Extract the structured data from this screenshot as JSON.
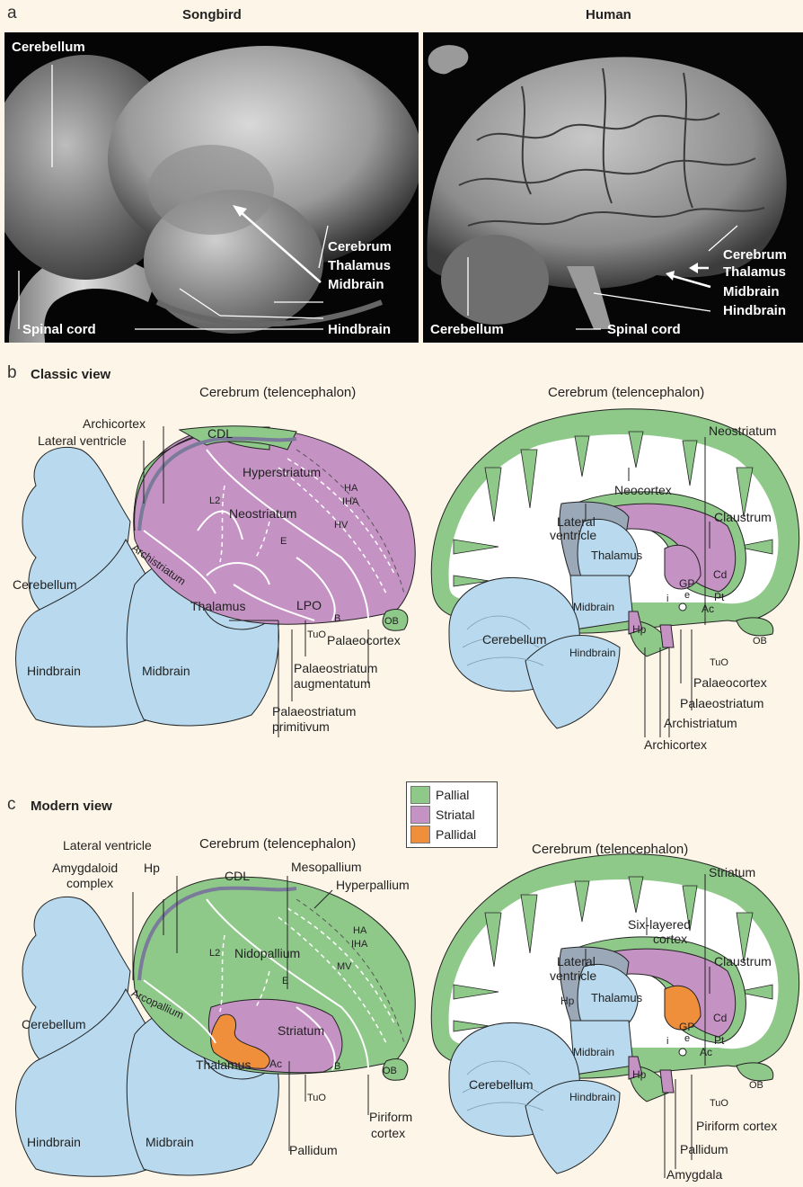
{
  "panel_a": {
    "letter": "a",
    "songbird": {
      "title": "Songbird",
      "labels": [
        "Cerebellum",
        "Cerebrum",
        "Thalamus",
        "Midbrain",
        "Spinal cord",
        "Hindbrain"
      ]
    },
    "human": {
      "title": "Human",
      "labels": [
        "Cerebrum",
        "Thalamus",
        "Midbrain",
        "Hindbrain",
        "Cerebellum",
        "Spinal cord"
      ]
    }
  },
  "panel_b": {
    "letter": "b",
    "title": "Classic view",
    "bird_header": "Cerebrum (telencephalon)",
    "human_header": "Cerebrum (telencephalon)",
    "bird_labels": {
      "archicortex": "Archicortex",
      "lateral_ventricle": "Lateral ventricle",
      "cdl": "CDL",
      "hyperstriatum": "Hyperstriatum",
      "ha": "HA",
      "iha": "IHA",
      "hv": "HV",
      "l2": "L2",
      "neostriatum": "Neostriatum",
      "e": "E",
      "archistriatum": "Archistriatum",
      "lpo": "LPO",
      "b": "B",
      "tuo": "TuO",
      "ob": "OB",
      "cerebellum": "Cerebellum",
      "thalamus": "Thalamus",
      "hindbrain": "Hindbrain",
      "midbrain": "Midbrain",
      "palaeocortex": "Palaeocortex",
      "ps_aug_1": "Palaeostriatum",
      "ps_aug_2": "augmentatum",
      "ps_prim_1": "Palaeostriatum",
      "ps_prim_2": "primitivum"
    },
    "human_labels": {
      "neostriatum": "Neostriatum",
      "neocortex": "Neocortex",
      "lateral_ventricle_1": "Lateral",
      "lateral_ventricle_2": "ventricle",
      "claustrum": "Claustrum",
      "thalamus": "Thalamus",
      "gp": "GP",
      "i": "i",
      "e": "e",
      "cd": "Cd",
      "pt": "Pt",
      "ac": "Ac",
      "midbrain": "Midbrain",
      "hp": "Hp",
      "cerebellum": "Cerebellum",
      "hindbrain": "Hindbrain",
      "ob": "OB",
      "tuo": "TuO",
      "palaeocortex": "Palaeocortex",
      "palaeostriatum": "Palaeostriatum",
      "archistriatum": "Archistriatum",
      "archicortex": "Archicortex"
    }
  },
  "legend": {
    "items": [
      {
        "label": "Pallial",
        "color": "#8fc98a"
      },
      {
        "label": "Striatal",
        "color": "#c592c4"
      },
      {
        "label": "Pallidal",
        "color": "#ef8f3c"
      }
    ]
  },
  "panel_c": {
    "letter": "c",
    "title": "Modern view",
    "bird_header": "Cerebrum (telencephalon)",
    "human_header": "Cerebrum (telencephalon)",
    "bird_labels": {
      "lateral_ventricle": "Lateral ventricle",
      "amygdaloid_1": "Amygdaloid",
      "amygdaloid_2": "complex",
      "hp": "Hp",
      "cdl": "CDL",
      "mesopallium": "Mesopallium",
      "hyperpallium": "Hyperpallium",
      "ha": "HA",
      "iha": "IHA",
      "mv": "MV",
      "l2": "L2",
      "nidopallium": "Nidopallium",
      "e": "E",
      "arcopallium": "Arcopallium",
      "striatum": "Striatum",
      "ac": "Ac",
      "b": "B",
      "tuo": "TuO",
      "ob": "OB",
      "cerebellum": "Cerebellum",
      "thalamus": "Thalamus",
      "hindbrain": "Hindbrain",
      "midbrain": "Midbrain",
      "pallidum": "Pallidum",
      "piriform_1": "Piriform",
      "piriform_2": "cortex"
    },
    "human_labels": {
      "striatum": "Striatum",
      "six_layered_1": "Six-layered",
      "six_layered_2": "cortex",
      "lateral_ventricle_1": "Lateral",
      "lateral_ventricle_2": "ventricle",
      "claustrum": "Claustrum",
      "hp_top": "Hp",
      "thalamus": "Thalamus",
      "gp": "GP",
      "i": "i",
      "e": "e",
      "cd": "Cd",
      "pt": "Pt",
      "ac": "Ac",
      "midbrain": "Midbrain",
      "hp": "Hp",
      "cerebellum": "Cerebellum",
      "hindbrain": "Hindbrain",
      "ob": "OB",
      "tuo": "TuO",
      "piriform": "Piriform cortex",
      "pallidum": "Pallidum",
      "amygdala": "Amygdala"
    }
  }
}
